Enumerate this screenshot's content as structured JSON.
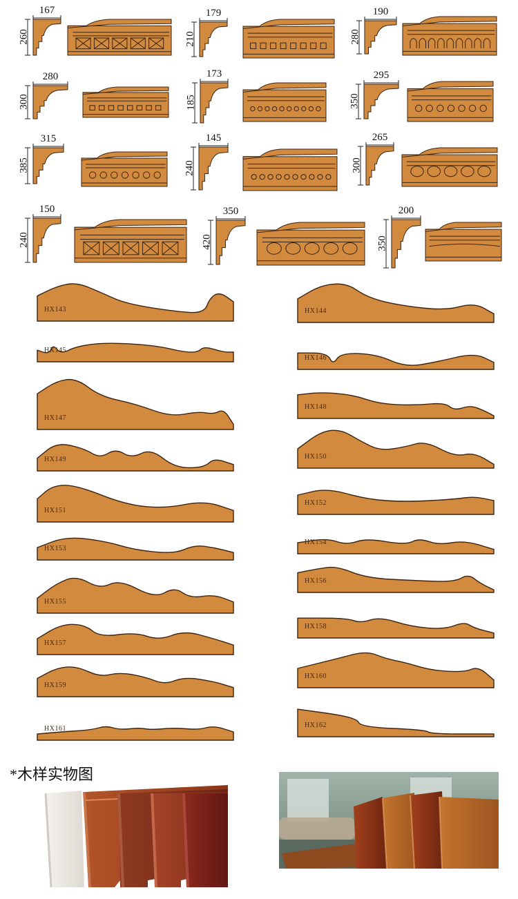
{
  "colors": {
    "wood": "#d18a3e",
    "wood_dark": "#b9722b",
    "outline": "#3a2413",
    "bg": "#ffffff"
  },
  "cornice": [
    {
      "w": "167",
      "h": "260"
    },
    {
      "w": "179",
      "h": "210"
    },
    {
      "w": "190",
      "h": "280"
    },
    {
      "w": "280",
      "h": "300"
    },
    {
      "w": "173",
      "h": "185"
    },
    {
      "w": "295",
      "h": "350"
    },
    {
      "w": "315",
      "h": "385"
    },
    {
      "w": "145",
      "h": "240"
    },
    {
      "w": "265",
      "h": "300"
    },
    {
      "w": "150",
      "h": "240"
    },
    {
      "w": "350",
      "h": "420"
    },
    {
      "w": "200",
      "h": "350"
    }
  ],
  "profiles": [
    "HX143",
    "HX144",
    "HX145",
    "HX146",
    "HX147",
    "HX148",
    "HX149",
    "HX150",
    "HX151",
    "HX152",
    "HX153",
    "HX154",
    "HX155",
    "HX156",
    "HX157",
    "HX158",
    "HX159",
    "HX160",
    "HX161",
    "HX162"
  ],
  "caption": "*木样实物图",
  "photos": [
    "baseboard-samples-photo",
    "room-moulding-photo"
  ]
}
